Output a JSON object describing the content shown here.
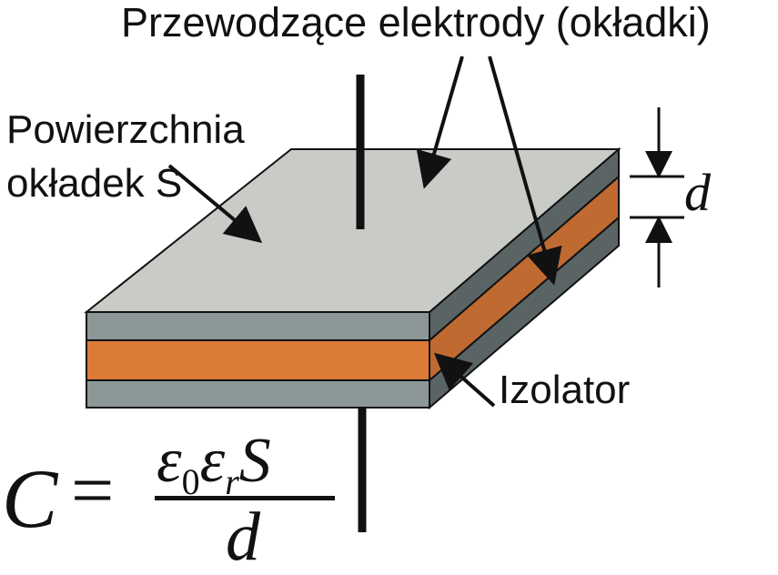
{
  "title": "Przewodzące elektrody (okładki)",
  "surface_label": "Powierzchnia okładek S",
  "insulator_label": "Izolator",
  "distance_label": "d",
  "formula": {
    "lhs": "C",
    "eq": "=",
    "numerator_eps": "ε",
    "numerator_sub0": "0",
    "numerator_eps2": "ε",
    "numerator_subr": "r",
    "numerator_S": "S",
    "denominator": "d"
  },
  "colors": {
    "plate_top": "#c8cbc6",
    "plate_front": "#8c9897",
    "plate_side": "#5b6464",
    "dielectric_front": "#dc7b38",
    "dielectric_side": "#bf6a31",
    "outline": "#111111"
  }
}
